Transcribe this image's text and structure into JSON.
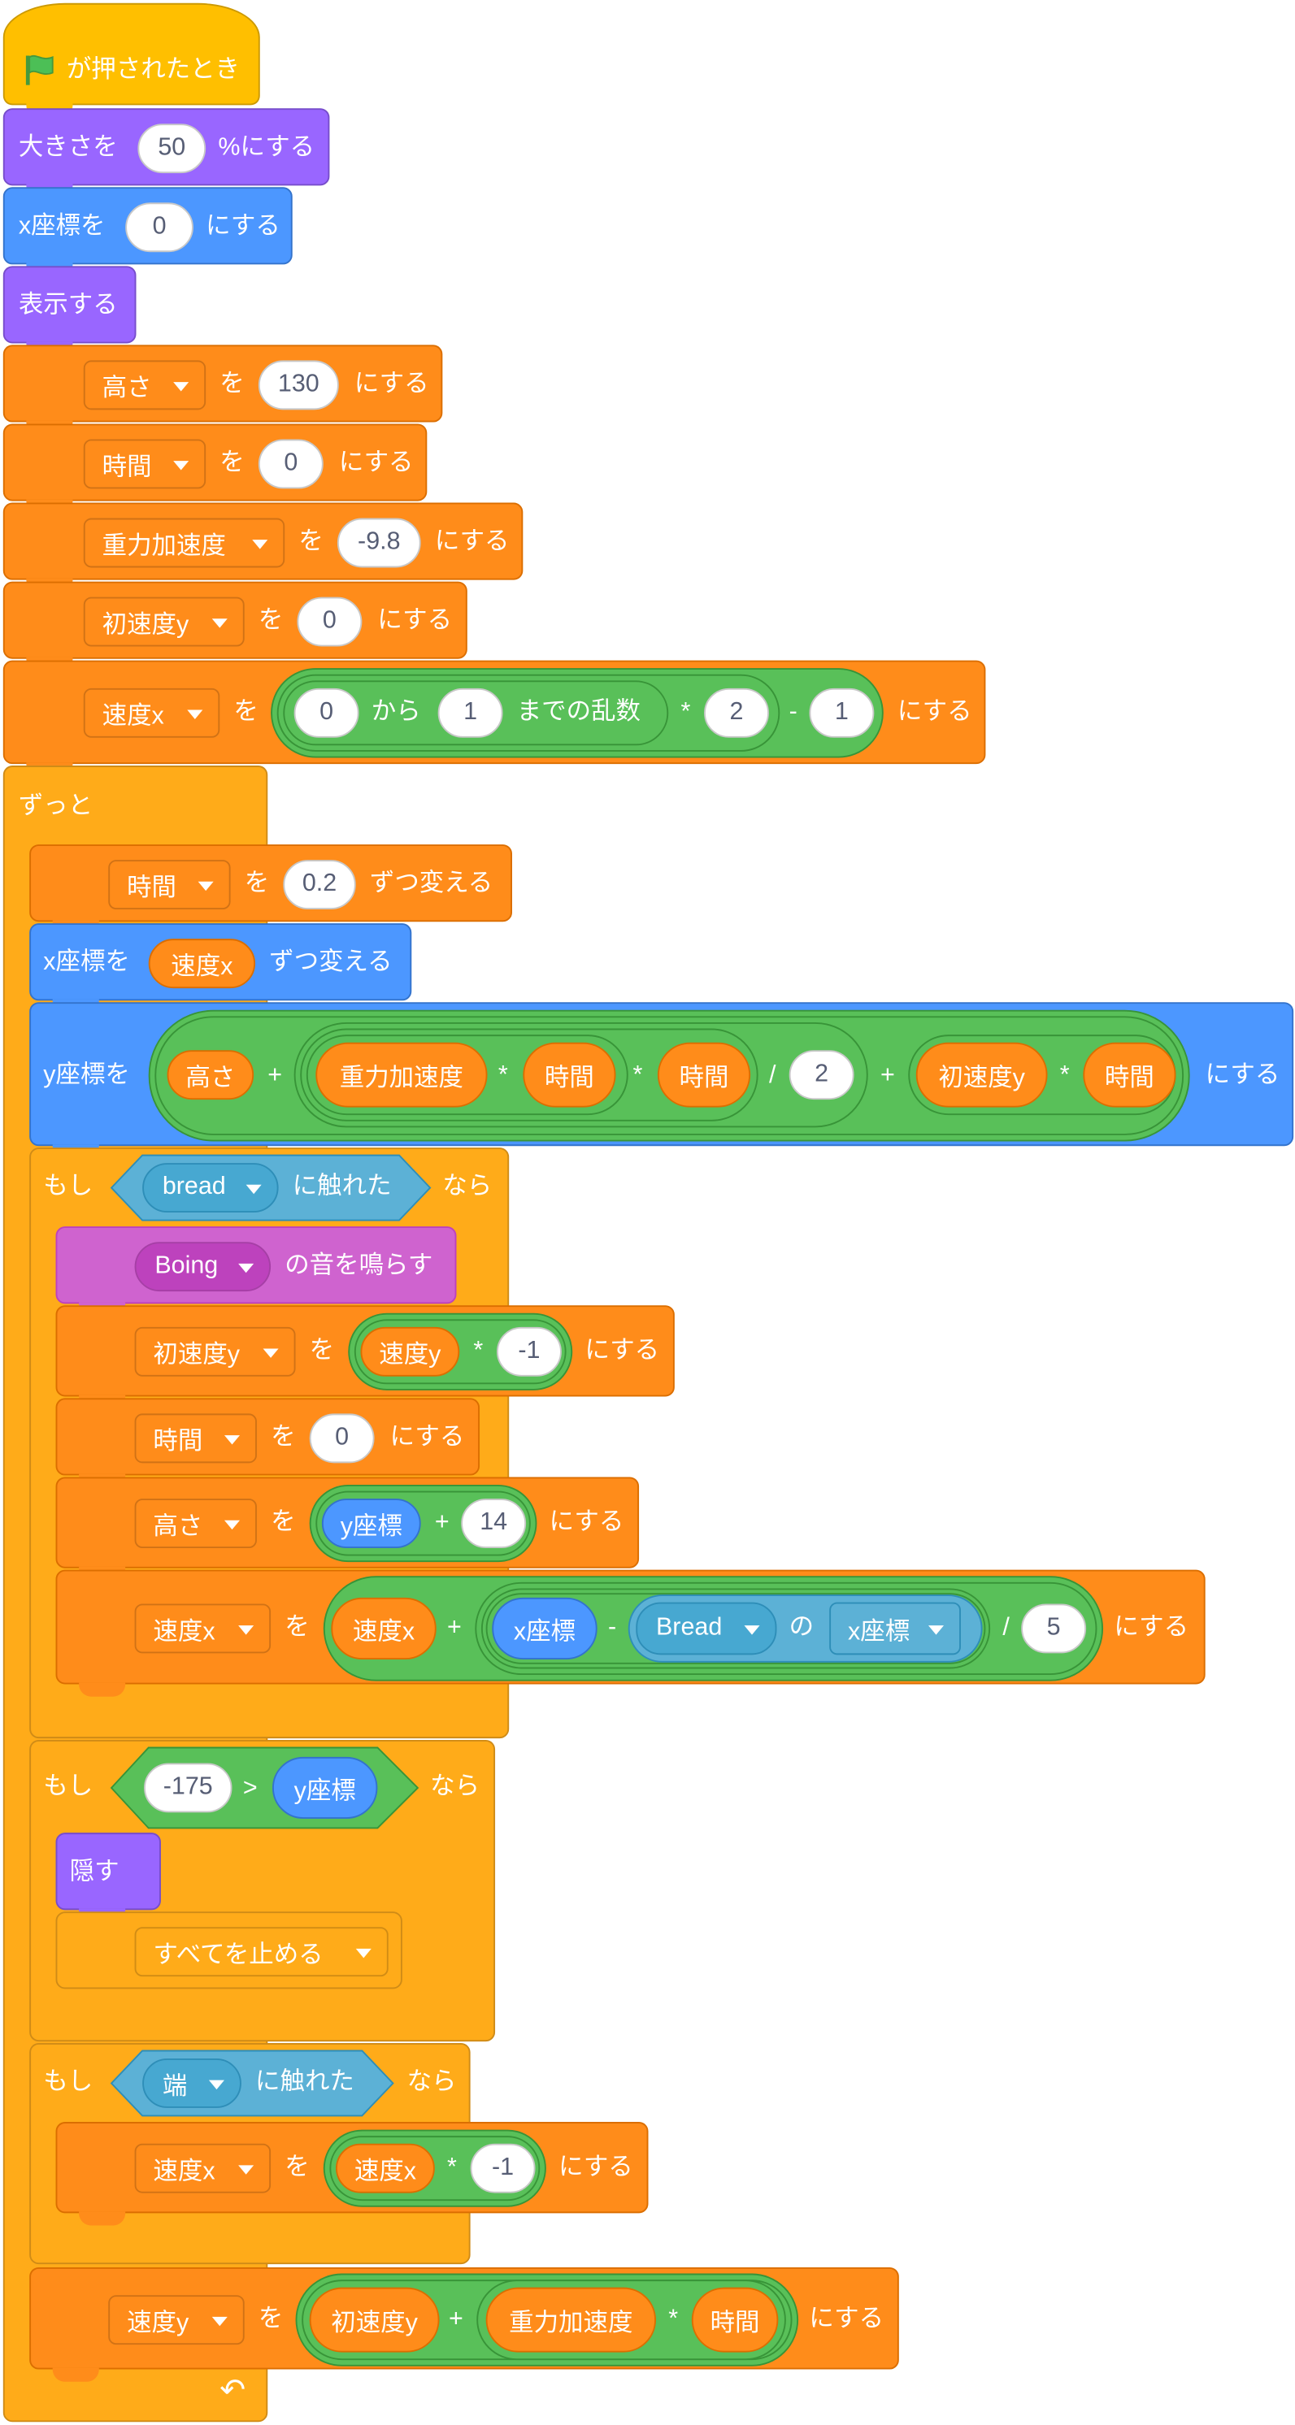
{
  "script": {
    "hat": {
      "label": "が押されたとき",
      "icon": "green-flag"
    },
    "size": {
      "pre": "大きさを",
      "value": "50",
      "post": "%にする"
    },
    "setx": {
      "pre": "x座標を",
      "value": "0",
      "post": "にする"
    },
    "show": {
      "label": "表示する"
    },
    "set_height": {
      "var": "高さ",
      "mid": "を",
      "value": "130",
      "post": "にする"
    },
    "set_time": {
      "var": "時間",
      "mid": "を",
      "value": "0",
      "post": "にする"
    },
    "set_gravity": {
      "var": "重力加速度",
      "mid": "を",
      "value": "-9.8",
      "post": "にする"
    },
    "set_v0y": {
      "var": "初速度y",
      "mid": "を",
      "value": "0",
      "post": "にする"
    },
    "set_vx": {
      "var": "速度x",
      "mid": "を",
      "rand_from": "0",
      "rand_kara": "から",
      "rand_to": "1",
      "rand_made": "までの乱数",
      "mul": "*",
      "mul_val": "2",
      "minus": "-",
      "minus_val": "1",
      "post": "にする"
    },
    "forever": {
      "label": "ずっと",
      "arrow": "↶"
    },
    "change_time": {
      "var": "時間",
      "mid": "を",
      "value": "0.2",
      "post": "ずつ変える"
    },
    "change_x": {
      "pre": "x座標を",
      "reporter": "速度x",
      "post": "ずつ変える"
    },
    "set_y": {
      "pre": "y座標を",
      "r_height": "高さ",
      "plus1": "+",
      "r_gravity": "重力加速度",
      "mul1": "*",
      "r_time1": "時間",
      "mul2": "*",
      "r_time2": "時間",
      "div": "/",
      "div_val": "2",
      "plus2": "+",
      "r_v0y": "初速度y",
      "mul3": "*",
      "r_time3": "時間",
      "post": "にする"
    },
    "if1": {
      "moshi": "もし",
      "touch_target": "bread",
      "touch_label": "に触れた",
      "nara": "なら"
    },
    "play_sound": {
      "sound": "Boing",
      "post": "の音を鳴らす"
    },
    "if1_set_v0y": {
      "var": "初速度y",
      "mid": "を",
      "r": "速度y",
      "mul": "*",
      "val": "-1",
      "post": "にする"
    },
    "if1_set_time": {
      "var": "時間",
      "mid": "を",
      "value": "0",
      "post": "にする"
    },
    "if1_set_height": {
      "var": "高さ",
      "mid": "を",
      "r": "y座標",
      "plus": "+",
      "val": "14",
      "post": "にする"
    },
    "if1_set_vx": {
      "var": "速度x",
      "mid": "を",
      "r": "速度x",
      "plus": "+",
      "r_x": "x座標",
      "minus": "-",
      "sprite": "Bread",
      "no": "の",
      "attr": "x座標",
      "div": "/",
      "val": "5",
      "post": "にする"
    },
    "if2": {
      "moshi": "もし",
      "left": "-175",
      "op": ">",
      "right": "y座標",
      "nara": "なら"
    },
    "hide": {
      "label": "隠す"
    },
    "stop": {
      "label": "すべてを止める"
    },
    "if3": {
      "moshi": "もし",
      "touch_target": "端",
      "touch_label": "に触れた",
      "nara": "なら"
    },
    "if3_set_vx": {
      "var": "速度x",
      "mid": "を",
      "r": "速度x",
      "mul": "*",
      "val": "-1",
      "post": "にする"
    },
    "set_vy": {
      "var": "速度y",
      "mid": "を",
      "r_v0y": "初速度y",
      "plus": "+",
      "r_gravity": "重力加速度",
      "mul": "*",
      "r_time": "時間",
      "post": "にする"
    }
  },
  "colors": {
    "events": "#FFBF00",
    "looks": "#9966FF",
    "motion": "#4C97FF",
    "variables": "#FF8C1A",
    "control": "#FFAB19",
    "operators": "#59C059",
    "sensing": "#5CB1D6",
    "sound": "#CF63CF"
  }
}
